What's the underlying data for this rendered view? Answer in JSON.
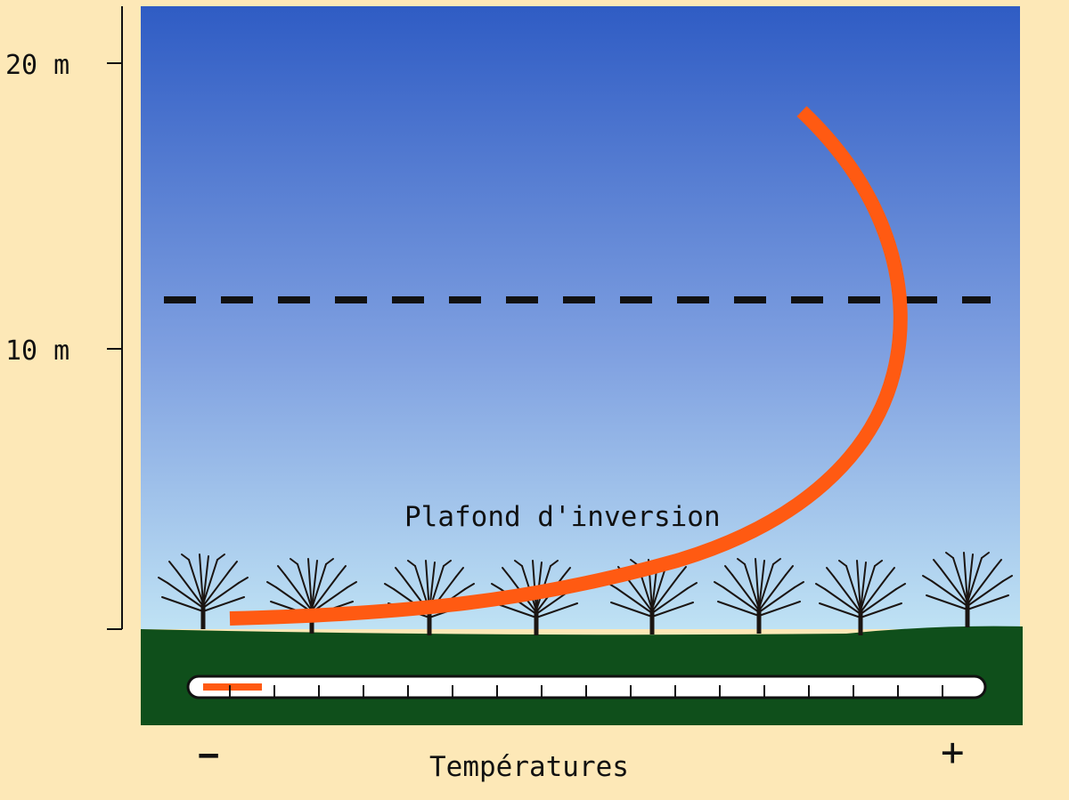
{
  "y_axis": {
    "tick_labels": [
      "20 m",
      "10 m"
    ]
  },
  "annotation": "Plafond d'inversion",
  "x_axis": {
    "label": "Températures",
    "min_symbol": "−",
    "max_symbol": "+"
  },
  "colors": {
    "background": "#fde8b7",
    "sky_top": "#2f5cc4",
    "sky_bottom": "#bfe2f4",
    "ground": "#0f4f1b",
    "curve": "#ff5a12",
    "dashed_line": "#111111"
  },
  "icons": [
    "tree-icon",
    "thermometer-icon"
  ]
}
